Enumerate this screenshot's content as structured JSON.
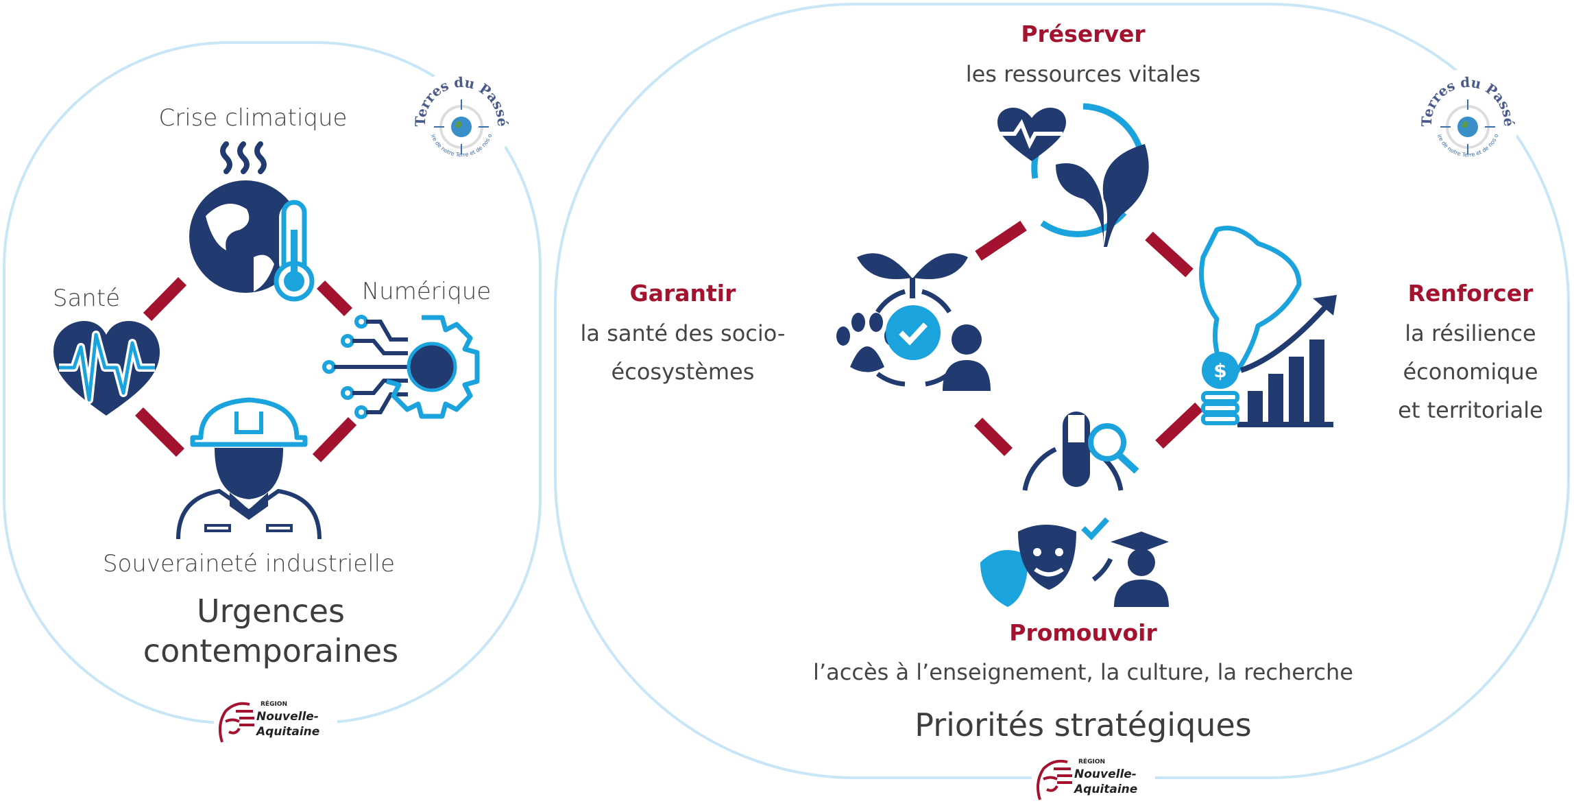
{
  "colors": {
    "navy": "#213a6f",
    "blue": "#1aa3dc",
    "red": "#a3122f",
    "border": "#c9e6f7"
  },
  "left": {
    "labels": {
      "climate": "Crise climatique",
      "health": "Santé",
      "digital": "Numérique",
      "industry": "Souveraineté industrielle"
    },
    "title_line1": "Urgences",
    "title_line2": "contemporaines"
  },
  "right": {
    "preserve": {
      "verb": "Préserver",
      "desc": "les ressources vitales"
    },
    "guarantee": {
      "verb": "Garantir",
      "desc_line1": "la santé des socio-",
      "desc_line2": "écosystèmes"
    },
    "strengthen": {
      "verb": "Renforcer",
      "desc_line1": "la résilience",
      "desc_line2": "économique",
      "desc_line3": "et territoriale"
    },
    "promote": {
      "verb": "Promouvoir",
      "desc": "l’accès à l’enseignement, la culture, la recherche"
    },
    "title": "Priorités stratégiques"
  },
  "logos": {
    "terres_du_passe": {
      "name": "Terres du Passé",
      "tagline": "l'histoire de notre Terre et de nos océans"
    },
    "region": {
      "sub": "RÉGION",
      "name_line1": "Nouvelle-",
      "name_line2": "Aquitaine"
    }
  }
}
